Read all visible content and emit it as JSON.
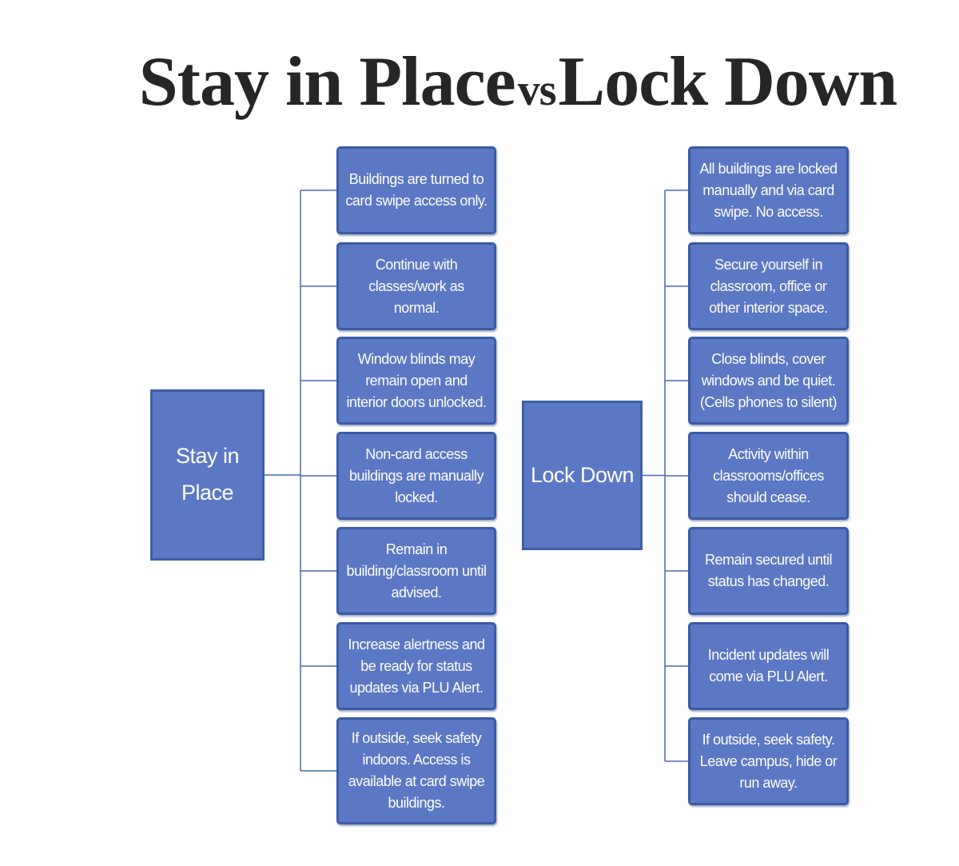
{
  "title": {
    "part1": "Stay in Place",
    "part2": "vs",
    "part3": "Lock Down"
  },
  "stay_in_place": {
    "label": "Stay in Place",
    "items": [
      "Buildings are turned to card swipe access only.",
      "Continue with classes/work as normal.",
      "Window blinds may remain open and interior doors unlocked.",
      "Non-card access buildings are manually locked.",
      "Remain in building/classroom until advised.",
      "Increase alertness and be ready for status updates via PLU Alert.",
      "If outside, seek safety indoors. Access is available at card swipe buildings."
    ]
  },
  "lock_down": {
    "label": "Lock Down",
    "items": [
      "All buildings are locked manually and via card swipe. No access.",
      "Secure yourself in classroom, office or other interior space.",
      "Close blinds, cover windows and be quiet. (Cells phones to silent)",
      "Activity within classrooms/offices should cease.",
      "Remain secured until status has changed.",
      "Incident updates will come via PLU Alert.",
      "If outside, seek safety. Leave campus, hide or run away."
    ]
  },
  "colors": {
    "box_fill": "#5b78c4",
    "box_border": "#3a5ba6",
    "connector": "#4a6ab0",
    "title": "#262626"
  }
}
